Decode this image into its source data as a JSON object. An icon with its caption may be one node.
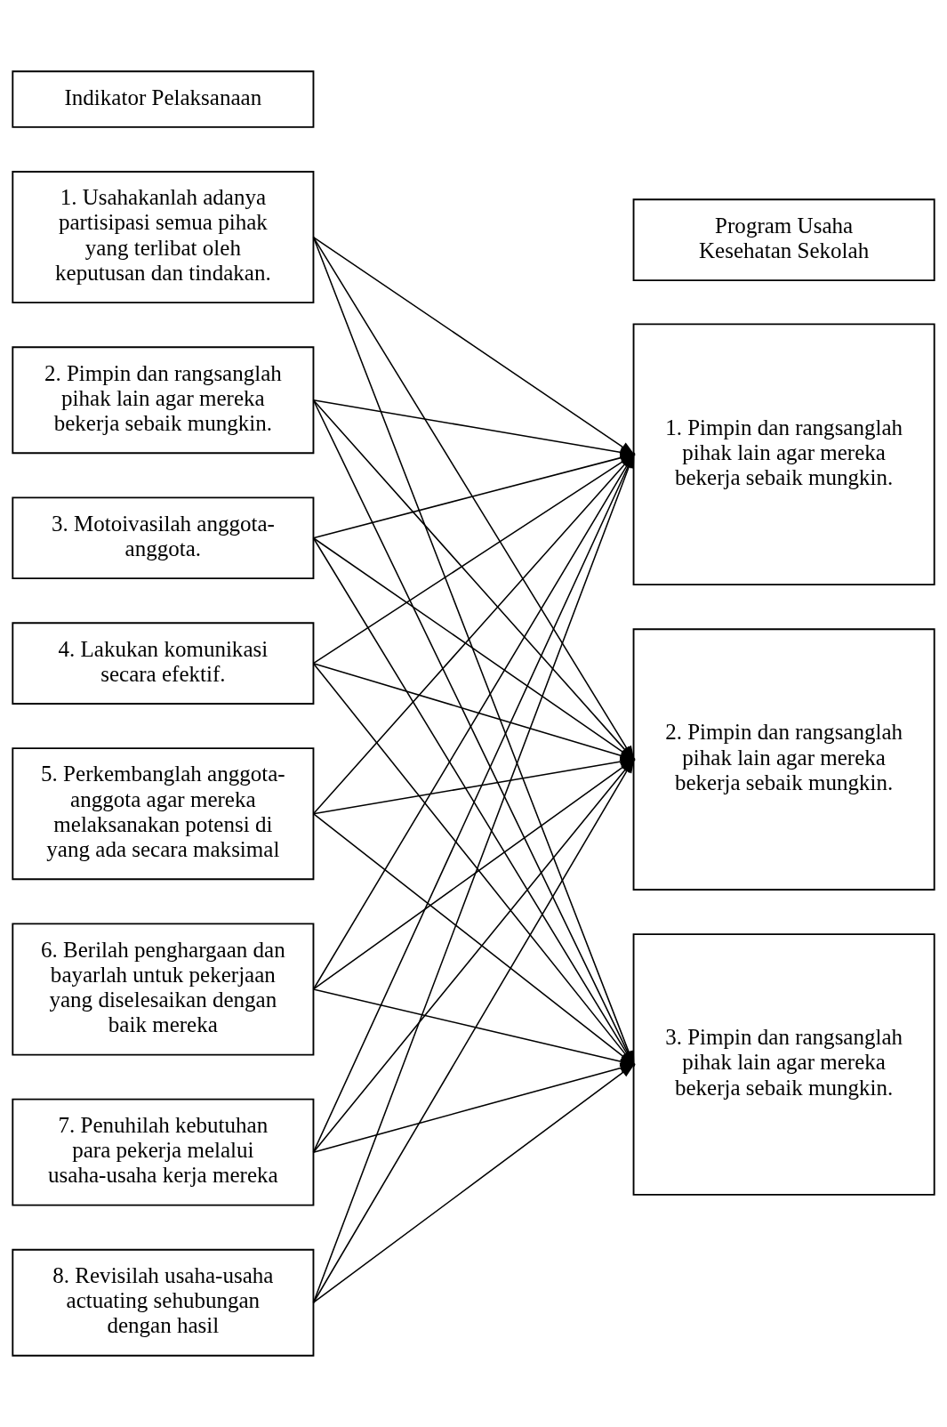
{
  "diagram": {
    "nodes": [
      {
        "text": [
          "Indikator Pelaksanaan"
        ]
      },
      {
        "text": [
          "Program Usaha Kesehatan Sekolah"
        ]
      },
      {
        "text": [
          "1. Usahakanlah adanya partisipasi semua pihak yang terlibat oleh keputusan dan tindakan."
        ]
      },
      {
        "text": [
          "2. Pimpin dan rangsanglah pihak lain agar mereka bekerja sebaik mungkin."
        ]
      },
      {
        "text": [
          "3. Motoivasilah anggota-anggota."
        ]
      },
      {
        "text": [
          "4. Lakukan komunikasi secara efektif."
        ]
      },
      {
        "text": [
          "5. Perkembanglah anggota-anggota agar mereka melaksanakan potensi di yang ada secara maksimal"
        ]
      },
      {
        "text": [
          "6. Berilah penghargaan dan bayarlah untuk pekerjaan yang diselesaikan dengan baik mereka"
        ]
      },
      {
        "text": [
          "7. Penuhilah kebutuhan para pekerja melalui usaha-usaha kerja mereka"
        ]
      },
      {
        "text": [
          "8. Revisilah usaha-usaha actuating sehubungan dengan hasil"
        ]
      },
      {
        "text": [
          "1. Pimpin dan rangsanglah pihak lain agar mereka bekerja sebaik mungkin."
        ]
      },
      {
        "text": [
          "2. Pimpin dan rangsanglah pihak lain agar mereka bekerja sebaik mungkin."
        ]
      },
      {
        "text": [
          "3. Pimpin dan rangsanglah pihak lain agar mereka bekerja sebaik mungkin."
        ]
      }
    ],
    "edges": [
      {
        "from": 2,
        "to": 10,
        "arrow": "to"
      },
      {
        "from": 2,
        "to": 11,
        "arrow": "to"
      },
      {
        "from": 2,
        "to": 12,
        "arrow": "to"
      },
      {
        "from": 3,
        "to": 10,
        "arrow": "to"
      },
      {
        "from": 3,
        "to": 11,
        "arrow": "to"
      },
      {
        "from": 3,
        "to": 12,
        "arrow": "to"
      },
      {
        "from": 4,
        "to": 10,
        "arrow": "to"
      },
      {
        "from": 4,
        "to": 11,
        "arrow": "to"
      },
      {
        "from": 4,
        "to": 12,
        "arrow": "to"
      },
      {
        "from": 5,
        "to": 10,
        "arrow": "to"
      },
      {
        "from": 5,
        "to": 11,
        "arrow": "to"
      },
      {
        "from": 5,
        "to": 12,
        "arrow": "to"
      },
      {
        "from": 6,
        "to": 10,
        "arrow": "to"
      },
      {
        "from": 6,
        "to": 11,
        "arrow": "to"
      },
      {
        "from": 6,
        "to": 12,
        "arrow": "to"
      },
      {
        "from": 7,
        "to": 10,
        "arrow": "to"
      },
      {
        "from": 7,
        "to": 11,
        "arrow": "to"
      },
      {
        "from": 7,
        "to": 12,
        "arrow": "to"
      },
      {
        "from": 8,
        "to": 10,
        "arrow": "to"
      },
      {
        "from": 8,
        "to": 11,
        "arrow": "to"
      },
      {
        "from": 8,
        "to": 12,
        "arrow": "to"
      },
      {
        "from": 9,
        "to": 10,
        "arrow": "to"
      },
      {
        "from": 9,
        "to": 11,
        "arrow": "to"
      },
      {
        "from": 9,
        "to": 12,
        "arrow": "to"
      }
    ]
  }
}
